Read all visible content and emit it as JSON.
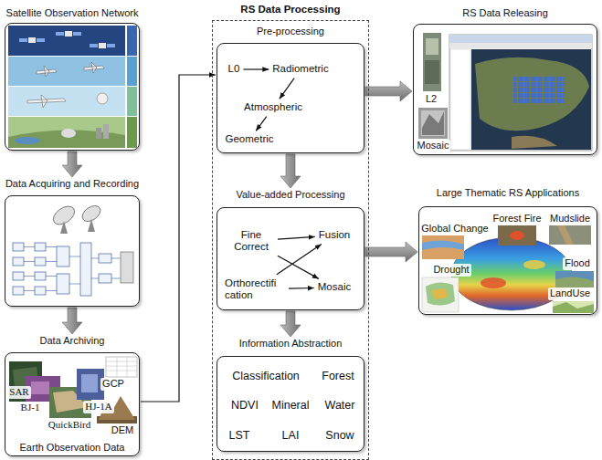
{
  "diagram": {
    "nodes": [
      {
        "text": [
          "Satellite Observation Network"
        ]
      },
      {
        "text": [
          "Data Acquiring and Recording"
        ]
      },
      {
        "text": [
          "Data Archiving",
          "SAR",
          "BJ-1",
          "QuickBird",
          "HJ-1A",
          "GCP",
          "DEM",
          "Earth Observation Data"
        ]
      },
      {
        "text": [
          "RS Data Processing"
        ]
      },
      {
        "text": [
          "Pre-processing"
        ],
        "in": 3
      },
      {
        "text": [
          "L0"
        ],
        "in": 4
      },
      {
        "text": [
          "Radiometric"
        ],
        "in": 4
      },
      {
        "text": [
          "Atmospheric"
        ],
        "in": 4
      },
      {
        "text": [
          "Geometric"
        ],
        "in": 4
      },
      {
        "text": [
          "Value-added Processing"
        ],
        "in": 3
      },
      {
        "text": [
          "Fine Correct"
        ],
        "in": 9
      },
      {
        "text": [
          "Orthorectifi cation"
        ],
        "in": 9
      },
      {
        "text": [
          "Fusion"
        ],
        "in": 9
      },
      {
        "text": [
          "Mosaic"
        ],
        "in": 9
      },
      {
        "text": [
          "Information Abstraction",
          "Classification",
          "Forest",
          "NDVI",
          "Mineral",
          "Water",
          "LST",
          "LAI",
          "Snow"
        ],
        "in": 3
      },
      {
        "text": [
          "RS Data Releasing",
          "L2",
          "Mosaic"
        ]
      },
      {
        "text": [
          "Large Thematic RS Applications",
          "Global Change",
          "Forest Fire",
          "Mudslide",
          "Drought",
          "Flood",
          "LandUse"
        ]
      }
    ],
    "edges": [
      {
        "from": 0,
        "to": 1,
        "arrow": "to"
      },
      {
        "from": 1,
        "to": 2,
        "arrow": "to"
      },
      {
        "from": 2,
        "to": 4,
        "arrow": "to"
      },
      {
        "from": 4,
        "to": 15,
        "arrow": "to"
      },
      {
        "from": 4,
        "to": 9,
        "arrow": "to"
      },
      {
        "from": 9,
        "to": 16,
        "arrow": "to"
      },
      {
        "from": 9,
        "to": 14,
        "arrow": "to"
      },
      {
        "from": 5,
        "to": 6,
        "arrow": "to"
      },
      {
        "from": 6,
        "to": 7,
        "arrow": "to"
      },
      {
        "from": 7,
        "to": 8,
        "arrow": "to"
      },
      {
        "from": 10,
        "to": 12,
        "arrow": "to"
      },
      {
        "from": 10,
        "to": 13,
        "arrow": "to"
      },
      {
        "from": 11,
        "to": 12,
        "arrow": "to"
      },
      {
        "from": 11,
        "to": 13,
        "arrow": "to"
      }
    ]
  }
}
